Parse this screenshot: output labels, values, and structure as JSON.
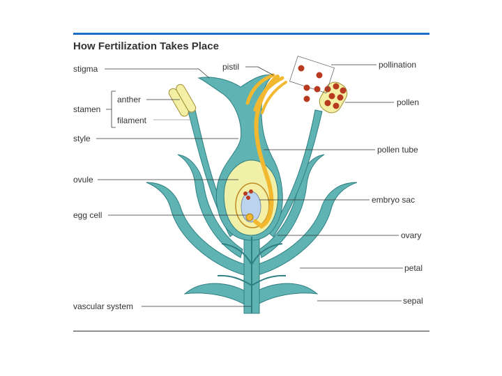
{
  "title": "How Fertilization Takes Place",
  "labels": {
    "stigma": "stigma",
    "stamen": "stamen",
    "anther": "anther",
    "filament": "filament",
    "style": "style",
    "ovule": "ovule",
    "egg_cell": "egg cell",
    "vascular_system": "vascular system",
    "pistil": "pistil",
    "pollination": "pollination",
    "pollen": "pollen",
    "pollen_tube": "pollen tube",
    "embryo_sac": "embryo sac",
    "ovary": "ovary",
    "petal": "petal",
    "sepal": "sepal"
  },
  "colors": {
    "rule": "#1a6fc4",
    "plant": "#5fb3b3",
    "plant_outline": "#2f7f82",
    "ovary_wall": "#f0f0a8",
    "pollen_tube": "#f2b830",
    "pollen_grain": "#b83a1e",
    "anther": "#f3f0a6",
    "embryo_sac": "#bcd3ee"
  }
}
